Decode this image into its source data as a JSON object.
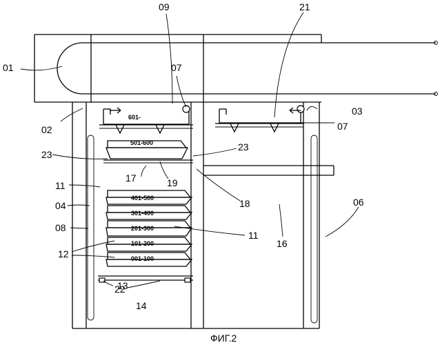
{
  "figure": {
    "caption": "ФИГ.2",
    "tray_labels": [
      "601-",
      "501-600",
      "401-500",
      "301-400",
      "201-300",
      "101-200",
      "001-100"
    ],
    "reference_numerals": {
      "n01": "01",
      "n02": "02",
      "n03": "03",
      "n04": "04",
      "n06": "06",
      "n07a": "07",
      "n07b": "07",
      "n08": "08",
      "n09": "09",
      "n11a": "11",
      "n11b": "11",
      "n12": "12",
      "n13": "13",
      "n14": "14",
      "n16": "16",
      "n17": "17",
      "n18": "18",
      "n19": "19",
      "n21": "21",
      "n22": "22",
      "n23a": "23",
      "n23b": "23"
    }
  }
}
